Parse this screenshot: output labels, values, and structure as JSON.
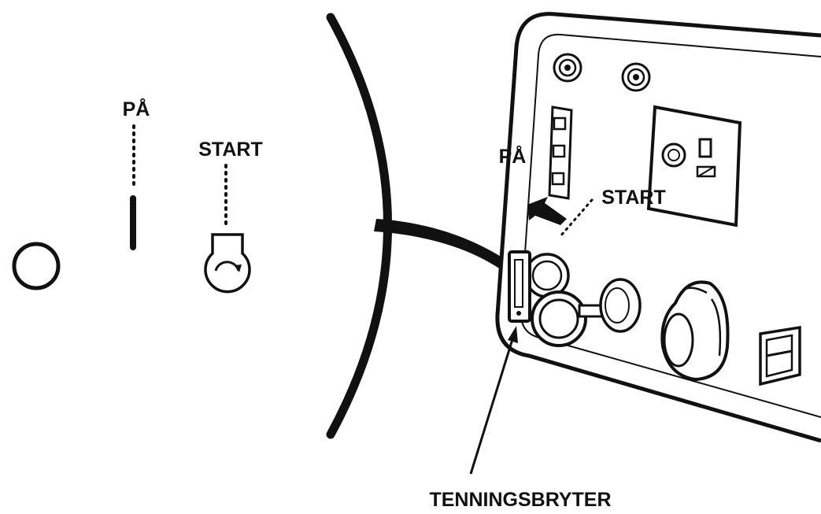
{
  "labels": {
    "on_symbol_label": "PÅ",
    "start_symbol_label": "START",
    "on_panel_label": "PÅ",
    "start_panel_label": "START",
    "ignition_switch_label": "TENNINGSBRYTER"
  },
  "colors": {
    "ink": "#111111",
    "paper": "#ffffff"
  }
}
